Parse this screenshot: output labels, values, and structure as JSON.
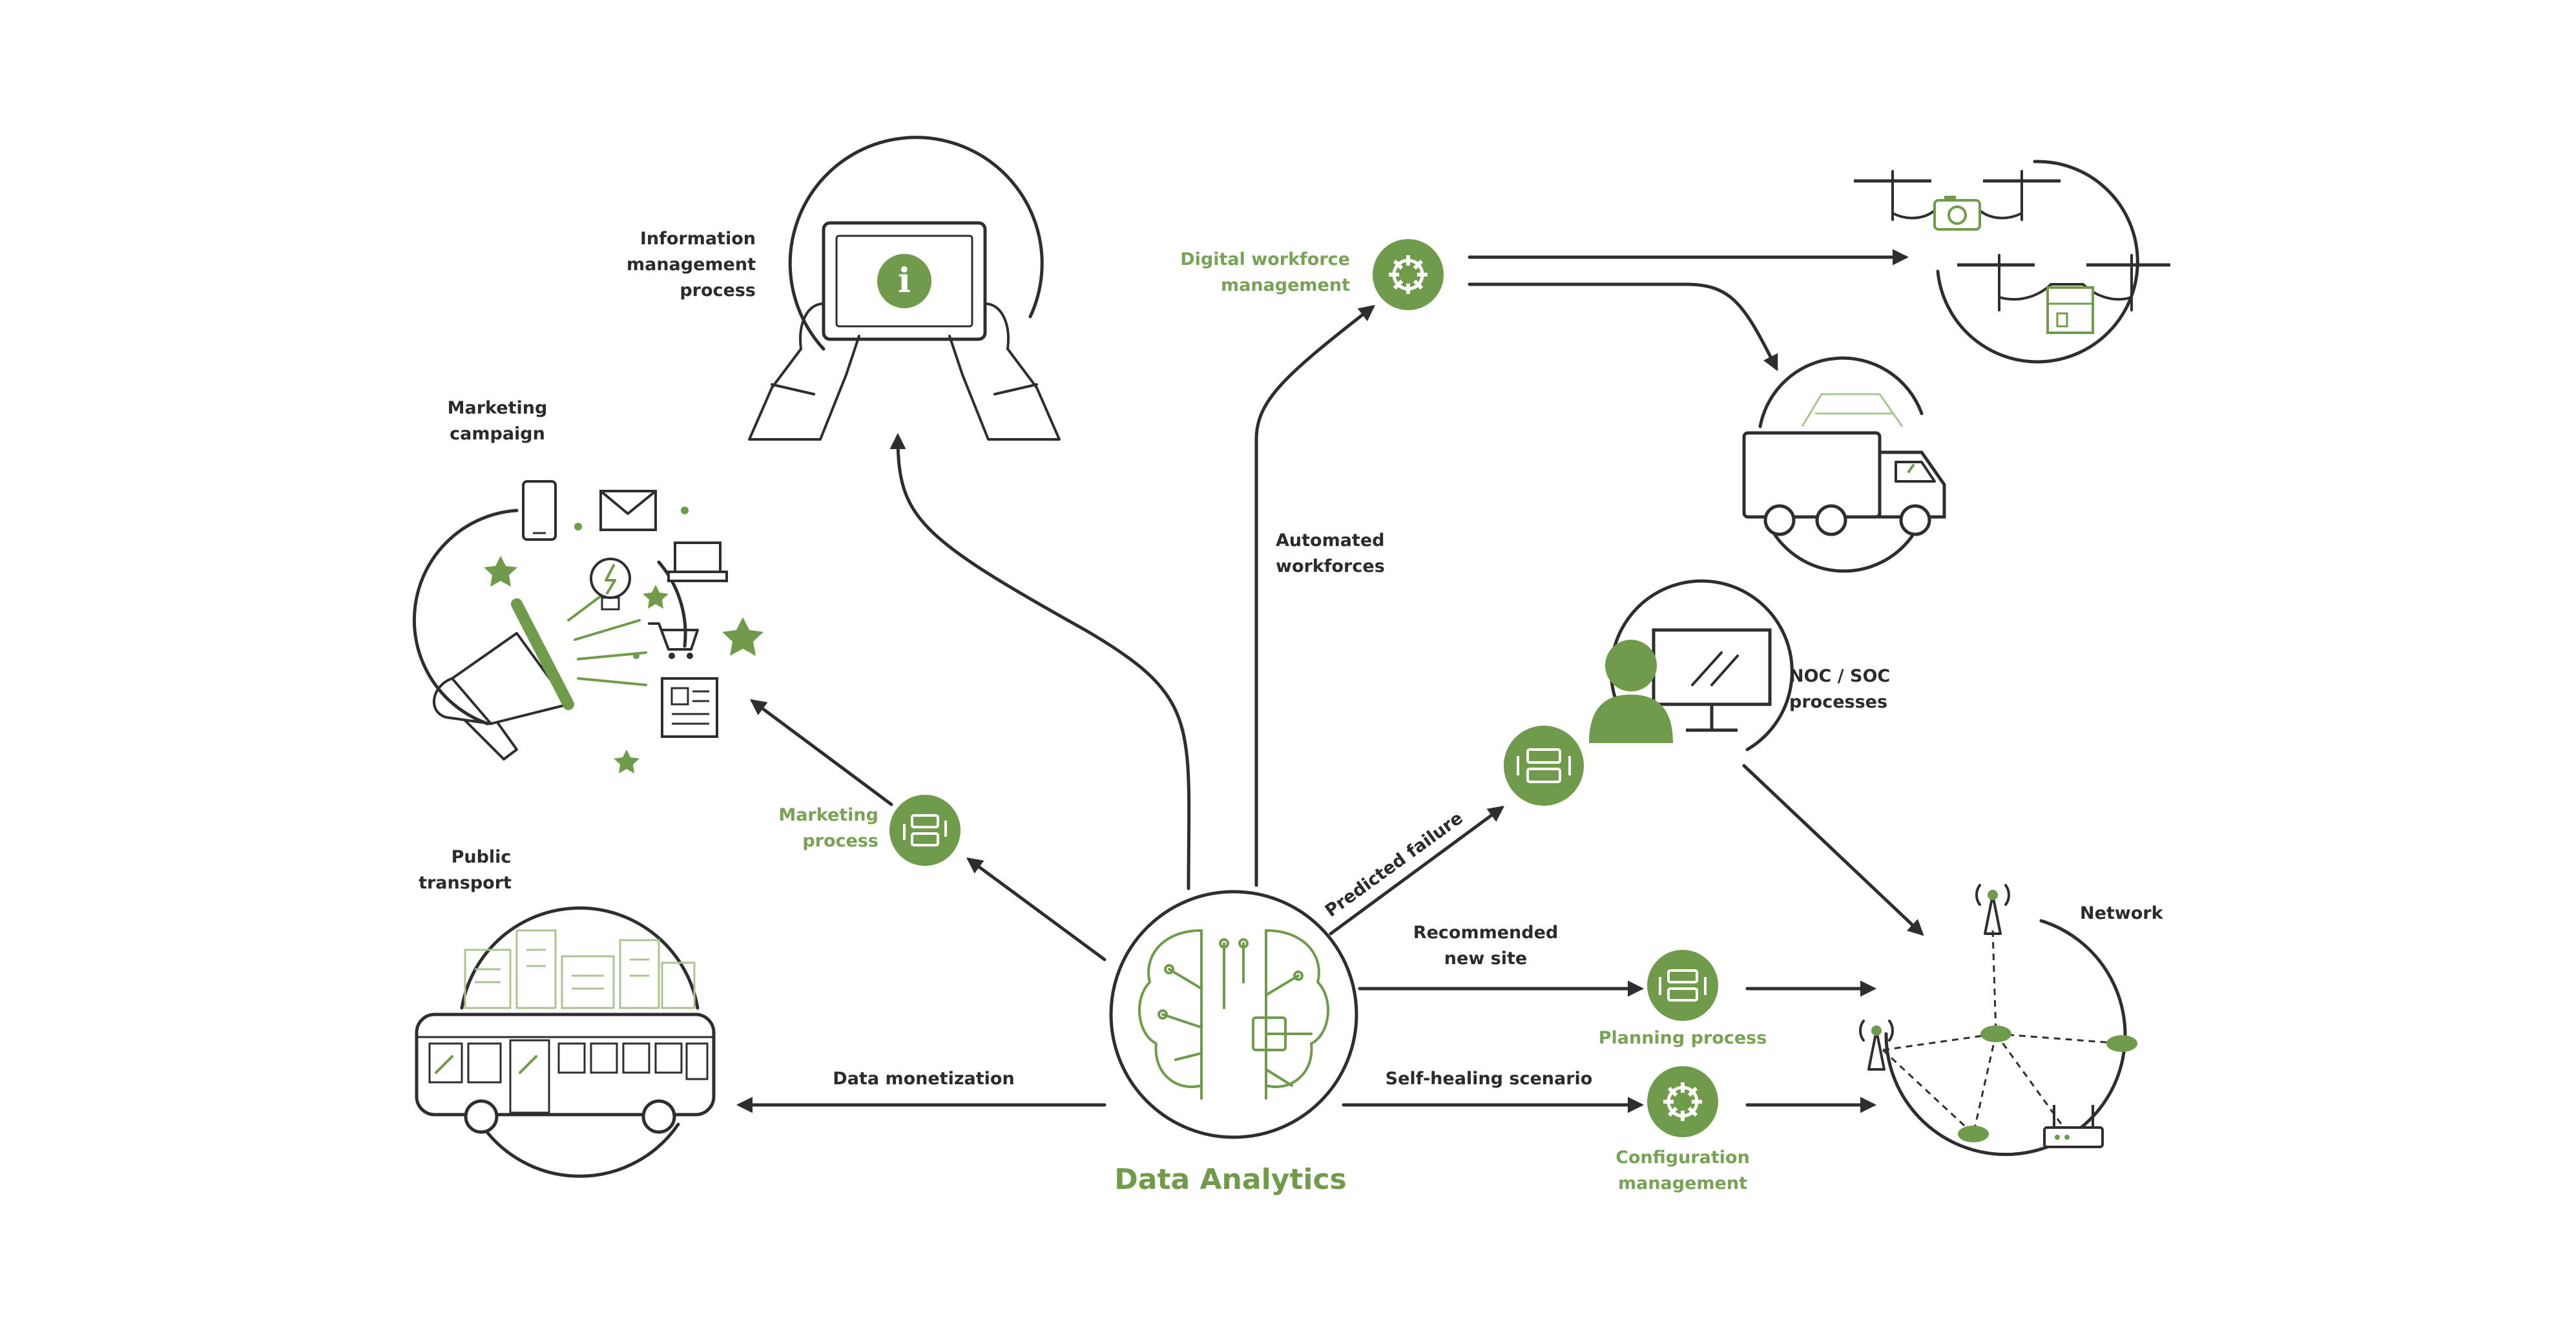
{
  "title": "Data Analytics",
  "labels": {
    "information_management": [
      "Information",
      "management",
      "process"
    ],
    "marketing_campaign": [
      "Marketing",
      "campaign"
    ],
    "public_transport": [
      "Public",
      "transport"
    ],
    "digital_workforce": [
      "Digital workforce",
      "management"
    ],
    "automated_workforces": [
      "Automated",
      "workforces"
    ],
    "noc_soc": [
      "NOC / SOC",
      "processes"
    ],
    "network": "Network",
    "marketing_process": [
      "Marketing",
      "process"
    ],
    "predicted_failure": "Predicted failure",
    "recommended_new_site": [
      "Recommended",
      "new site"
    ],
    "planning_process": "Planning process",
    "self_healing": "Self-healing scenario",
    "configuration_management": [
      "Configuration",
      "management"
    ],
    "data_monetization": "Data monetization",
    "info_glyph": "i"
  },
  "colors": {
    "accent_green": "#6f9b4a",
    "label_green": "#78a356",
    "light_green": "#a9c490",
    "line_dark": "#2e2e2e",
    "text_dark": "#2b2b2b",
    "background": "#ffffff"
  },
  "icons": [
    "brain-circuit-icon",
    "tablet-info-icon",
    "megaphone-icon",
    "bus-icon",
    "drone-camera-icon",
    "drone-package-icon",
    "truck-icon",
    "operator-monitor-icon",
    "network-nodes-icon",
    "gear-icon",
    "process-cycle-icon"
  ]
}
